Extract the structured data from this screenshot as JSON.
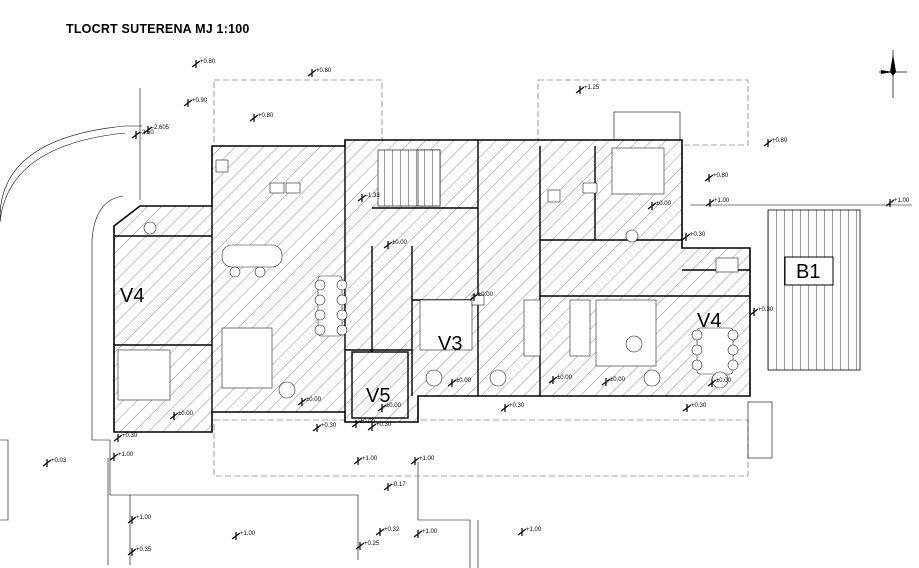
{
  "title": "TLOCRT  SUTERENA MJ 1:100",
  "units": {
    "v4_left": "V4",
    "v3": "V3",
    "v5": "V5",
    "v4_right": "V4",
    "b1": "B1"
  },
  "levels": [
    "+0.80",
    "+0.90",
    "+0.80",
    "+0.80",
    "+1.25",
    "+0.80",
    "+0.80",
    "+1.00",
    "+1.00",
    "-2.50",
    "-2.605",
    "-1.33",
    "±0.00",
    "±0.00",
    "±0.00",
    "+0.30",
    "+0.30",
    "±0.00",
    "±0.00",
    "±0.00",
    "±0.00",
    "±0.00",
    "±0.00",
    "±0.00",
    "+0.30",
    "+0.30",
    "+0.30",
    "+0.30",
    "+1.00",
    "+1.00",
    "+1.00",
    "-0.17",
    "+0.03",
    "+1.00",
    "+1.00",
    "+0.35",
    "+0.32",
    "+0.25",
    "+1.00",
    "+1.00",
    "+0.30",
    "±0.00"
  ],
  "compass_icon": "north-arrow-icon"
}
